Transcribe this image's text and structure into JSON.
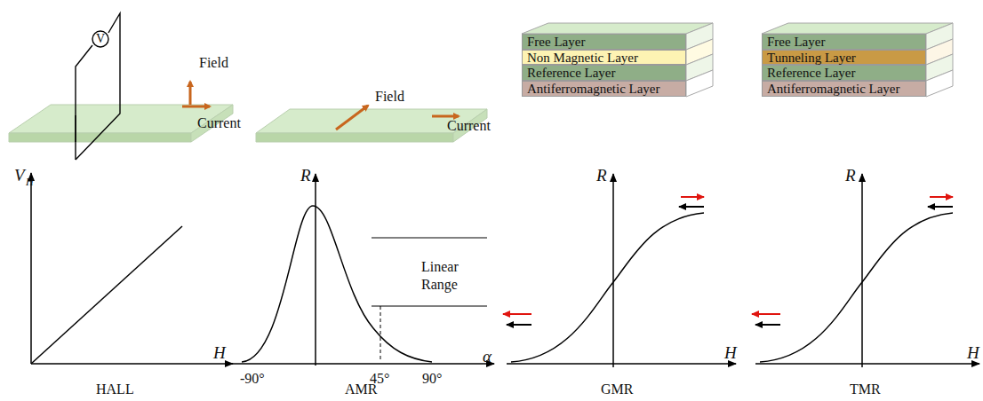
{
  "diagram": {
    "nodes": [
      {
        "text": [
          "Free Layer"
        ]
      },
      {
        "text": [
          "Non Magnetic Layer"
        ]
      },
      {
        "text": [
          "Reference Layer"
        ]
      },
      {
        "text": [
          "Antiferromagnetic Layer"
        ]
      },
      {
        "text": [
          "Free Layer"
        ]
      },
      {
        "text": [
          "Tunneling Layer"
        ]
      },
      {
        "text": [
          "Reference Layer"
        ]
      },
      {
        "text": [
          "Antiferromagnetic Layer"
        ]
      }
    ],
    "labels": [
      "V",
      "Field",
      "Current",
      "Field",
      "Current",
      "V",
      "H",
      "H",
      "HALL",
      "R",
      "Linear Range",
      "-90°",
      "45°",
      "90°",
      "α",
      "AMR",
      "R",
      "H",
      "GMR",
      "R",
      "H",
      "TMR"
    ]
  }
}
